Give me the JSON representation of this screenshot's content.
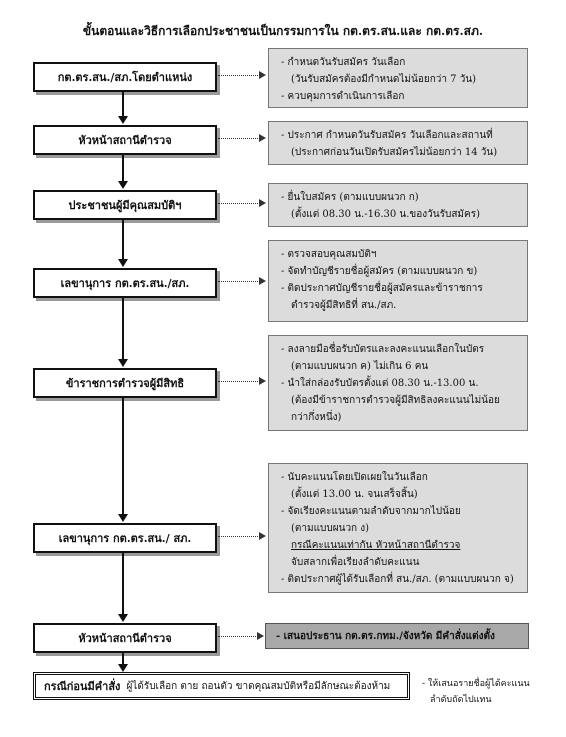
{
  "title": "ขั้นตอนและวิธีการเลือกประชาชนเป็นกรรมการใน กต.ตร.สน.และ กต.ตร.สภ.",
  "steps": [
    {
      "label": "กต.ตร.สน./สภ.โดยตำแหน่ง",
      "details": [
        "- กำหนดวันรับสมัคร วันเลือก",
        "(วันรับสมัครต้องมีกำหนดไม่น้อยกว่า 7 วัน)",
        "- ควบคุมการดำเนินการเลือก"
      ]
    },
    {
      "label": "หัวหน้าสถานีตำรวจ",
      "details": [
        "- ประกาศ กำหนดวันรับสมัคร วันเลือกและสถานที่",
        "(ประกาศก่อนวันเปิดรับสมัครไม่น้อยกว่า 14 วัน)"
      ]
    },
    {
      "label": "ประชาชนผู้มีคุณสมบัติฯ",
      "details": [
        "- ยื่นใบสมัคร (ตามแบบผนวก ก)",
        "(ตั้งแต่ 08.30 น.-16.30 น.ของวันรับสมัคร)"
      ]
    },
    {
      "label": "เลขานุการ กต.ตร.สน./สภ.",
      "details": [
        "- ตรวจสอบคุณสมบัติฯ",
        "- จัดทำบัญชีรายชื่อผู้สมัคร (ตามแบบผนวก ข)",
        "- ติดประกาศบัญชีรายชื่อผู้สมัครและข้าราชการ",
        "ตำรวจผู้มีสิทธิที่ สน./สภ."
      ]
    },
    {
      "label": "ข้าราชการตำรวจผู้มีสิทธิ",
      "details": [
        "- ลงลายมือชื่อรับบัตรและลงคะแนนเลือกในบัตร",
        "(ตามแบบผนวก ค) ไม่เกิน 6 คน",
        "- นำใส่กล่องรับบัตรตั้งแต่ 08.30 น.-13.00 น.",
        "(ต้องมีข้าราชการตำรวจผู้มีสิทธิลงคะแนนไม่น้อย",
        "กว่ากึ่งหนึ่ง)"
      ]
    },
    {
      "label": "เลขานุการ กต.ตร.สน./ สภ.",
      "details": [
        "- นับคะแนนโดยเปิดเผยในวันเลือก",
        "(ตั้งแต่ 13.00 น. จนเสร็จสิ้น)",
        "- จัดเรียงคะแนนตามลำดับจากมากไปน้อย",
        "(ตามแบบผนวก ง)",
        "กรณีคะแนนเท่ากัน หัวหน้าสถานีตำรวจ",
        "จับสลากเพื่อเรียงลำดับคะแนน",
        "- ติดประกาศผู้ได้รับเลือกที่ สน./สภ. (ตามแบบผนวก จ)"
      ]
    },
    {
      "label": "หัวหน้าสถานีตำรวจ",
      "details": [
        "- เสนอประธาน กต.ตร.กทม./จังหวัด มีคำสั่งแต่งตั้ง"
      ]
    }
  ],
  "bottom_box": {
    "bold": "กรณีก่อนมีคำสั่ง",
    "text": "ผู้ได้รับเลือก ตาย ถอนตัว ขาดคุณสมบัติหรือมีลักษณะต้องห้าม"
  },
  "bottom_note": [
    "- ให้เสนอรายชื่อผู้ได้คะแนน",
    "ลำดับถัดไปแทน"
  ]
}
